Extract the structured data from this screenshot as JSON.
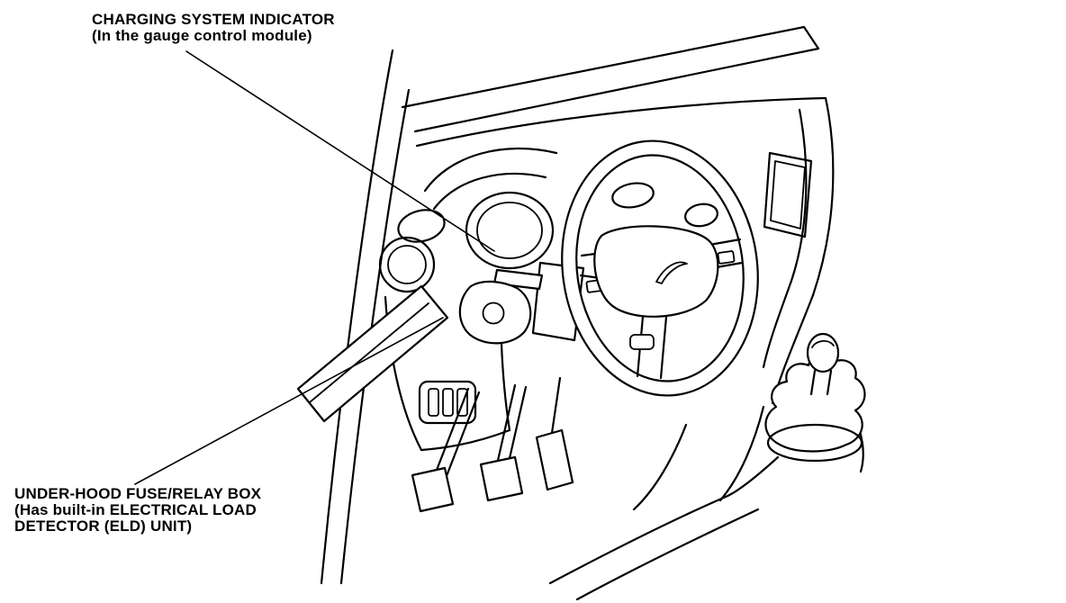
{
  "figure": {
    "background_color": "#ffffff",
    "line_color": "#000000",
    "callouts": {
      "charging_indicator": {
        "line1": "CHARGING SYSTEM INDICATOR",
        "line2": "(In the gauge control module)"
      },
      "fuse_relay_box": {
        "line1": "UNDER-HOOD FUSE/RELAY BOX",
        "line2": "(Has built-in ELECTRICAL LOAD",
        "line3": "DETECTOR (ELD) UNIT)"
      }
    }
  }
}
